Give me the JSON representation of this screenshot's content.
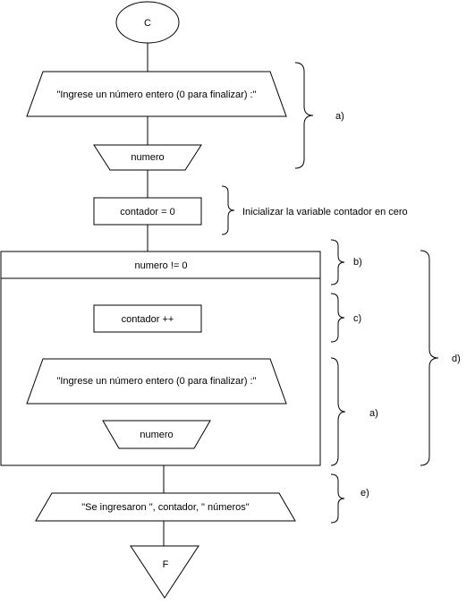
{
  "start": {
    "label": "C"
  },
  "input_prompt_1": {
    "label": "\"Ingrese un número entero (0 para finalizar) :\""
  },
  "read_1": {
    "label": "numero"
  },
  "init": {
    "label": "contador = 0"
  },
  "loop": {
    "condition": "numero != 0"
  },
  "increment": {
    "label": "contador ++"
  },
  "input_prompt_2": {
    "label": "\"Ingrese un número entero (0 para finalizar) :\""
  },
  "read_2": {
    "label": "numero"
  },
  "output": {
    "label": "\"Se ingresaron \", contador, \" números\""
  },
  "end": {
    "label": "F"
  },
  "annotations": {
    "a_top": "a)",
    "init_note": "Inicializar la variable contador en cero",
    "b": "b)",
    "c": "c)",
    "a_bottom": "a)",
    "d": "d)",
    "e": "e)"
  }
}
